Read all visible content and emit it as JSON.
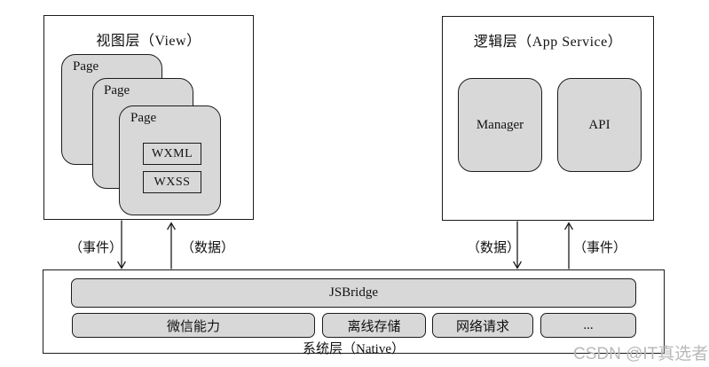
{
  "diagram": {
    "view_layer": {
      "title": "视图层（View）",
      "pages": [
        "Page",
        "Page",
        "Page"
      ],
      "front_components": [
        "WXML",
        "WXSS"
      ]
    },
    "logic_layer": {
      "title": "逻辑层（App Service）",
      "blocks": [
        "Manager",
        "API"
      ]
    },
    "links": {
      "view_event_label": "（事件）",
      "view_data_label": "（数据）",
      "logic_data_label": "（数据）",
      "logic_event_label": "（事件）"
    },
    "system_layer": {
      "title": "系统层（Native）",
      "bridge_label": "JSBridge",
      "capabilities": [
        "微信能力",
        "离线存储",
        "网络请求",
        "..."
      ]
    },
    "watermark": "CSDN @IT真选者",
    "colors": {
      "box_fill": "#d8d8d8",
      "border": "#1c1c1c",
      "watermark": "#b9b9b9"
    }
  }
}
